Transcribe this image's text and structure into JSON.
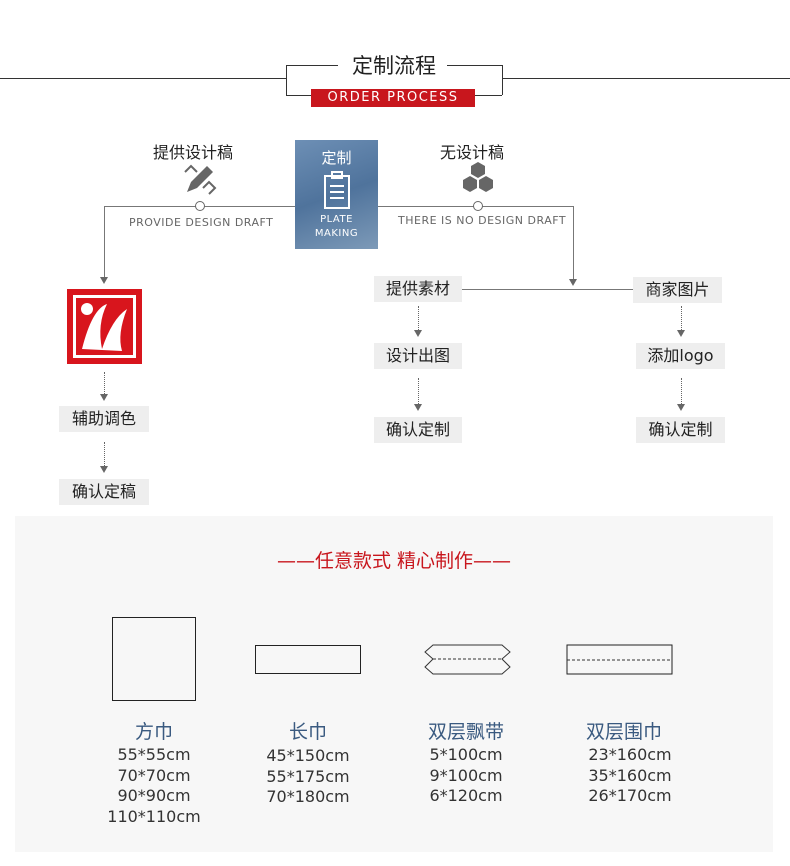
{
  "header": {
    "title": "定制流程",
    "subtitle": "ORDER PROCESS",
    "accent": "#c8161d"
  },
  "flow": {
    "left": {
      "label": "提供设计稿",
      "en": "PROVIDE DESIGN DRAFT",
      "icon": "pencil-ruler-icon",
      "steps": [
        "辅助调色",
        "确认定稿"
      ]
    },
    "center": {
      "label": "定制",
      "en1": "PLATE",
      "en2": "MAKING",
      "icon": "clipboard-icon"
    },
    "right": {
      "label": "无设计稿",
      "en": "THERE IS NO DESIGN DRAFT",
      "icon": "cubes-icon",
      "branch_a": [
        "提供素材",
        "设计出图",
        "确认定制"
      ],
      "branch_b": [
        "商家图片",
        "添加logo",
        "确认定制"
      ]
    }
  },
  "styles": {
    "title": "——任意款式 精心制作——",
    "items": [
      {
        "name": "方巾",
        "sizes": [
          "55*55cm",
          "70*70cm",
          "90*90cm",
          "110*110cm"
        ]
      },
      {
        "name": "长巾",
        "sizes": [
          "45*150cm",
          "55*175cm",
          "70*180cm"
        ]
      },
      {
        "name": "双层飘带",
        "sizes": [
          "5*100cm",
          "9*100cm",
          "6*120cm"
        ]
      },
      {
        "name": "双层围巾",
        "sizes": [
          "23*160cm",
          "35*160cm",
          "26*170cm"
        ]
      }
    ]
  }
}
